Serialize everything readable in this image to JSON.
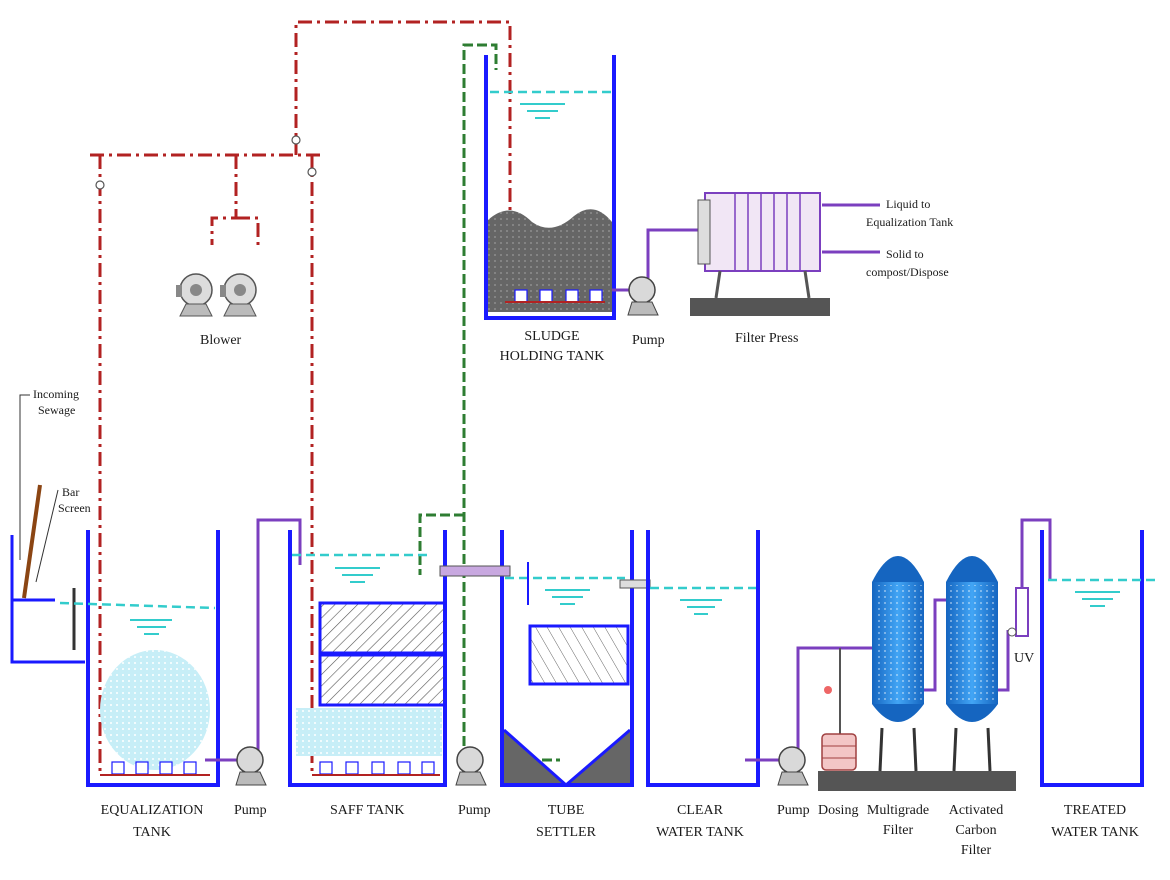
{
  "labels": {
    "incoming": [
      "Incoming",
      "Sewage"
    ],
    "bar_screen": [
      "Bar",
      "Screen"
    ],
    "blower": "Blower",
    "sludge_tank": [
      "SLUDGE",
      "HOLDING TANK"
    ],
    "pump_sludge": "Pump",
    "filter_press": "Filter Press",
    "liquid_out": [
      "Liquid to",
      "Equalization Tank"
    ],
    "solid_out": [
      "Solid to",
      "compost/Dispose"
    ],
    "equalization": [
      "EQUALIZATION",
      "TANK"
    ],
    "pump1": "Pump",
    "saff": "SAFF TANK",
    "pump2": "Pump",
    "tube_settler": [
      "TUBE",
      "SETTLER"
    ],
    "clear_water": [
      "CLEAR",
      "WATER TANK"
    ],
    "pump3": "Pump",
    "dosing": "Dosing",
    "multigrade": [
      "Multigrade",
      "Filter"
    ],
    "carbon": [
      "Activated",
      "Carbon",
      "Filter"
    ],
    "uv": "UV",
    "treated": [
      "TREATED",
      "WATER TANK"
    ]
  },
  "colors": {
    "tank_wall": "#1a1aff",
    "air_line": "#b22222",
    "sludge_line": "#2e7d32",
    "process_pipe": "#7b3fbf",
    "water_level": "#33cccc",
    "sludge_fill": "#666666",
    "vessel_blue": "#1e90ff"
  }
}
